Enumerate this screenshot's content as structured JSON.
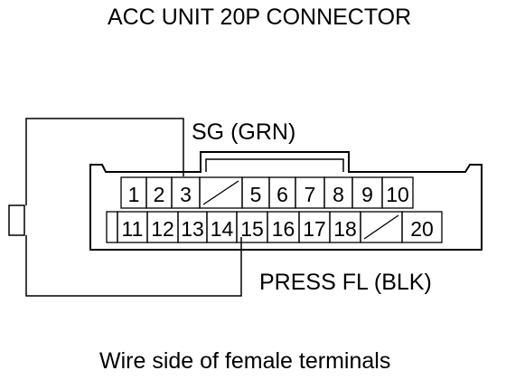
{
  "title": "ACC UNIT 20P CONNECTOR",
  "wire_labels": {
    "top": "SG (GRN)",
    "bottom": "PRESS FL (BLK)"
  },
  "caption": "Wire side of female terminals",
  "connector": {
    "top_row": [
      "1",
      "2",
      "3",
      "",
      "5",
      "6",
      "7",
      "8",
      "9",
      "10"
    ],
    "bottom_row": [
      "",
      "11",
      "12",
      "13",
      "14",
      "15",
      "16",
      "17",
      "18",
      "",
      "20"
    ]
  },
  "colors": {
    "line": "#000000",
    "background": "#ffffff"
  }
}
